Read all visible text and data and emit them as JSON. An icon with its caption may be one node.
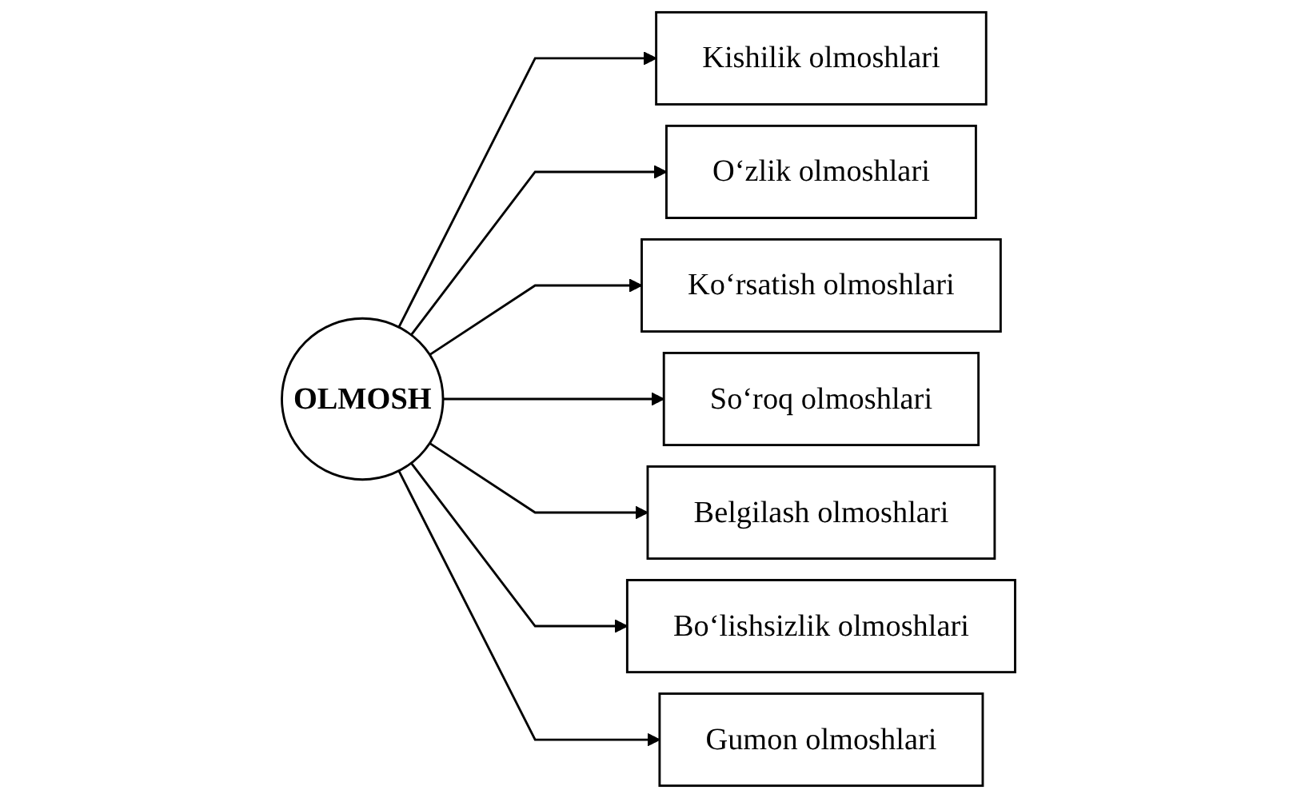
{
  "diagram": {
    "nodes": [
      {
        "text": [
          "OLMOSH"
        ]
      },
      {
        "text": [
          "Kishilik olmoshlari"
        ]
      },
      {
        "text": [
          "O‘zlik olmoshlari"
        ]
      },
      {
        "text": [
          "Ko‘rsatish olmoshlari"
        ]
      },
      {
        "text": [
          "So‘roq olmoshlari"
        ]
      },
      {
        "text": [
          "Belgilash olmoshlari"
        ]
      },
      {
        "text": [
          "Bo‘lishsizlik olmoshlari"
        ]
      },
      {
        "text": [
          "Gumon olmoshlari"
        ]
      }
    ],
    "edges": [
      {
        "from": 0,
        "to": 1,
        "arrow": "to"
      },
      {
        "from": 0,
        "to": 2,
        "arrow": "to"
      },
      {
        "from": 0,
        "to": 3,
        "arrow": "to"
      },
      {
        "from": 0,
        "to": 4,
        "arrow": "to"
      },
      {
        "from": 0,
        "to": 5,
        "arrow": "to"
      },
      {
        "from": 0,
        "to": 6,
        "arrow": "to"
      },
      {
        "from": 0,
        "to": 7,
        "arrow": "to"
      }
    ]
  }
}
